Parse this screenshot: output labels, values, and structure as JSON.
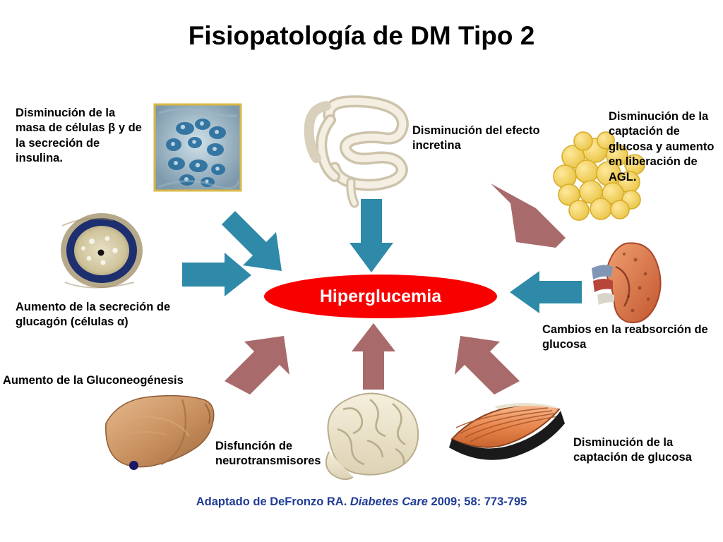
{
  "title": "Fisiopatología de DM Tipo 2",
  "center": {
    "label": "Hiperglucemia",
    "color": "#f80000",
    "text_color": "#ffffff"
  },
  "labels": {
    "beta_cells": "Disminución de la masa de células β y de la secreción de insulina.",
    "glucagon": "Aumento de la secreción de glucagón (células α)",
    "gluconeogenesis": "Aumento de la Gluconeogénesis",
    "incretin": "Disminución del efecto incretina",
    "adipose": "Disminución de la captación de glucosa y aumento en liberación de AGL.",
    "kidney": "Cambios en la reabsorción de glucosa",
    "muscle": "Disminución de la captación de glucosa",
    "brain": "Disfunción de neurotransmisores"
  },
  "caption": {
    "prefix": "Adaptado de  DeFronzo RA. ",
    "italic": "Diabetes Care",
    "suffix": " 2009; 58: 773-795"
  },
  "arrows": {
    "teal_color": "#2e8aa8",
    "mauve_color": "#a86a6a"
  },
  "figures": [
    {
      "name": "pancreatic-islet-image",
      "desc": "islote pancreático teñido"
    },
    {
      "name": "alpha-cell-image",
      "desc": "célula alfa teñida"
    },
    {
      "name": "intestine-image",
      "desc": "intestino"
    },
    {
      "name": "adipocytes-image",
      "desc": "adipocitos"
    },
    {
      "name": "kidney-image",
      "desc": "riñón"
    },
    {
      "name": "liver-image",
      "desc": "hígado"
    },
    {
      "name": "brain-image",
      "desc": "cerebro"
    },
    {
      "name": "muscle-image",
      "desc": "músculo"
    }
  ]
}
